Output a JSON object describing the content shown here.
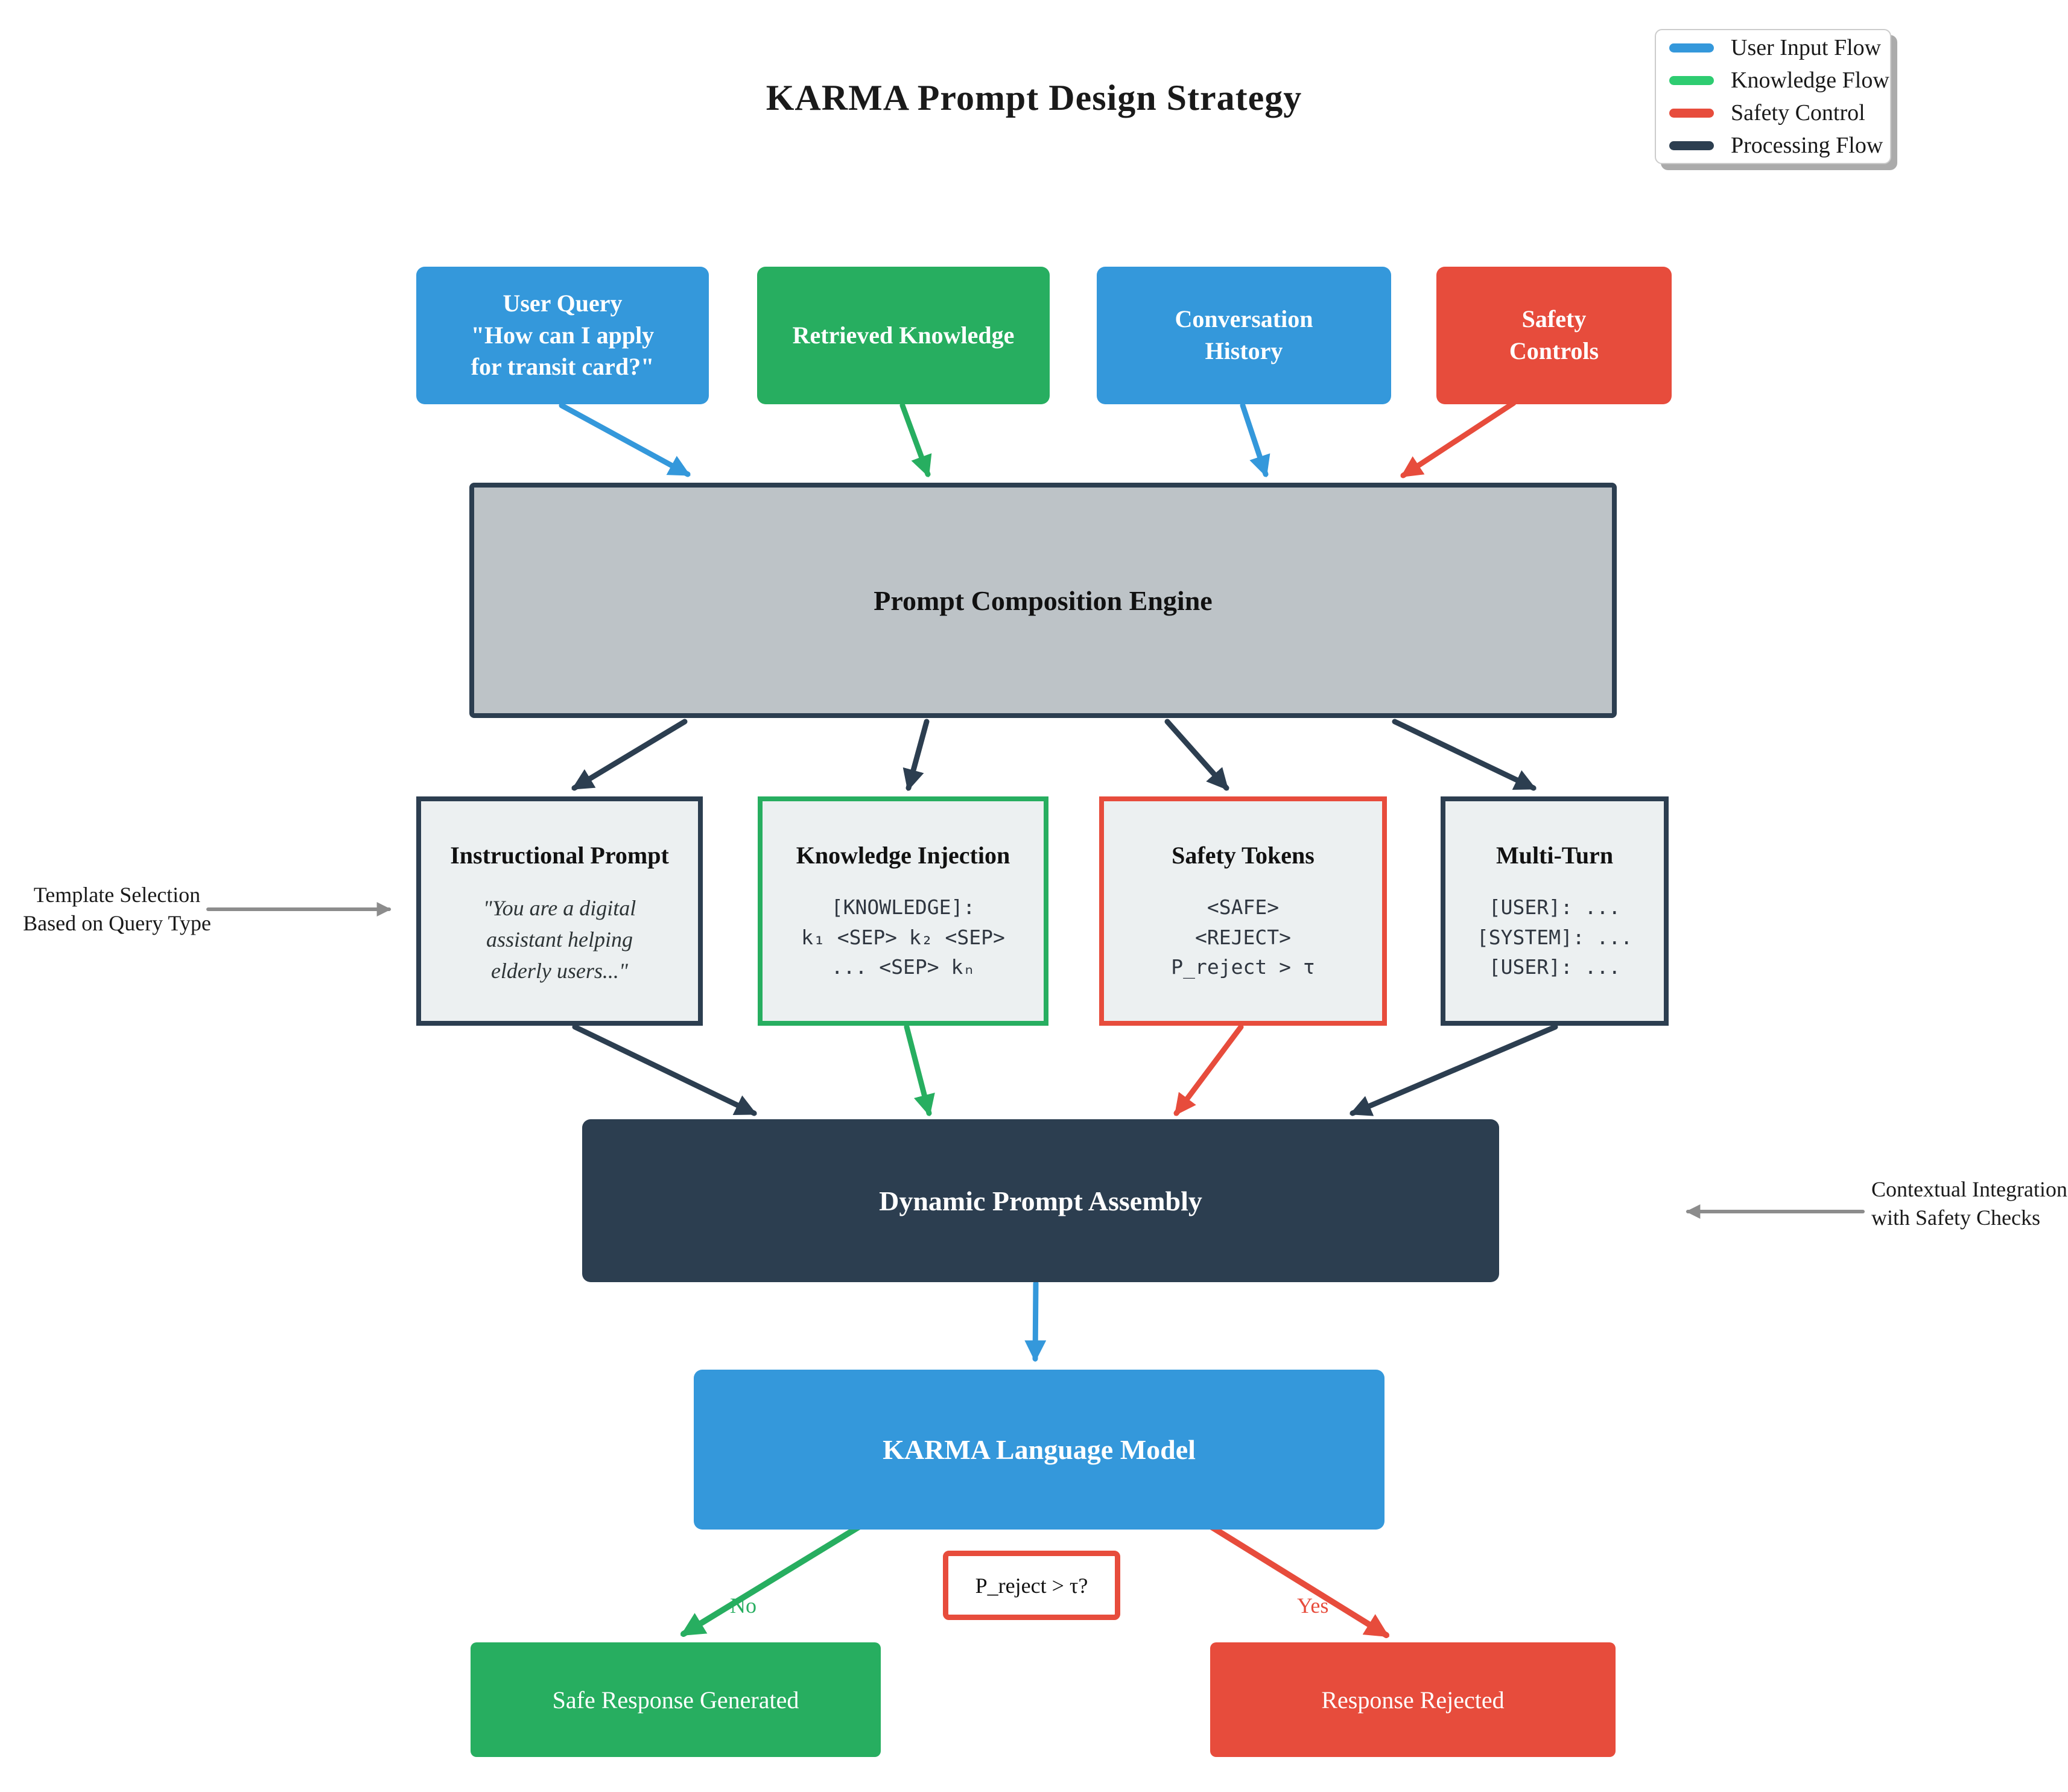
{
  "title": "KARMA Prompt Design Strategy",
  "legend": {
    "items": [
      {
        "label": "User Input Flow",
        "color": "#3498db"
      },
      {
        "label": "Knowledge Flow",
        "color": "#2ecc71"
      },
      {
        "label": "Safety Control",
        "color": "#e74c3c"
      },
      {
        "label": "Processing Flow",
        "color": "#2c3e50"
      }
    ]
  },
  "inputs": [
    {
      "label": "User Query\n\"How can I apply\nfor transit card?\"",
      "color": "#3498db"
    },
    {
      "label": "Retrieved Knowledge",
      "color": "#27ae60"
    },
    {
      "label": "Conversation\nHistory",
      "color": "#3498db"
    },
    {
      "label": "Safety\nControls",
      "color": "#e74c3c"
    }
  ],
  "engine": {
    "label": "Prompt Composition Engine"
  },
  "components": [
    {
      "title": "Instructional Prompt",
      "body": "\"You are a digital\nassistant helping\nelderly users...\""
    },
    {
      "title": "Knowledge Injection",
      "body": "[KNOWLEDGE]:\nk₁ <SEP> k₂ <SEP>\n... <SEP> kₙ"
    },
    {
      "title": "Safety Tokens",
      "body": "<SAFE>\n<REJECT>\nP_reject > τ"
    },
    {
      "title": "Multi-Turn",
      "body": "[USER]: ...\n[SYSTEM]: ...\n[USER]: ..."
    }
  ],
  "annotations": {
    "left": "Template Selection\nBased on Query Type",
    "right": "Contextual Integration\nwith Safety Checks"
  },
  "assembly": {
    "label": "Dynamic Prompt Assembly"
  },
  "model": {
    "label": "KARMA Language Model"
  },
  "decision": {
    "label": "P_reject > τ?",
    "no": "No",
    "yes": "Yes"
  },
  "outcomes": [
    {
      "label": "Safe Response Generated",
      "color": "#27ae60"
    },
    {
      "label": "Response Rejected",
      "color": "#e74c3c"
    }
  ],
  "colors": {
    "user_input_flow": "#3498db",
    "knowledge_flow": "#27ae60",
    "safety_control": "#e74c3c",
    "processing_flow": "#2c3e50",
    "engine_fill": "#bdc3c7",
    "component_fill": "#ecf0f1",
    "annotation_arrow": "#8c8c8c",
    "background": "#ffffff"
  }
}
